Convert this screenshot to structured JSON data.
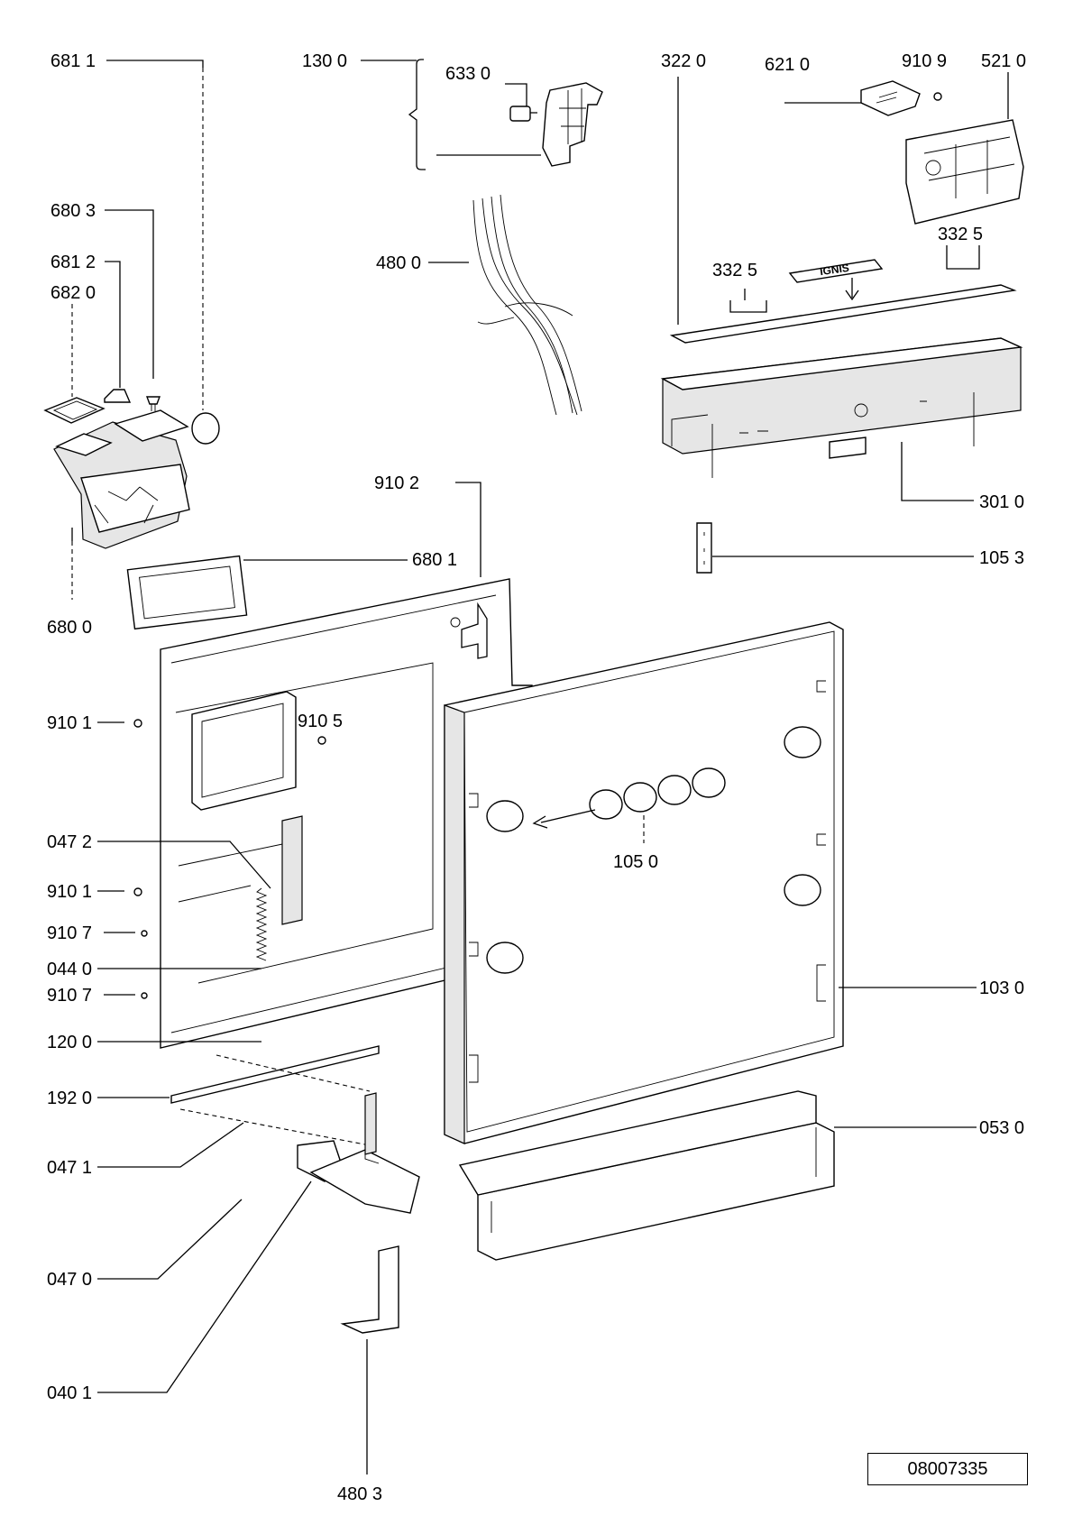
{
  "labels": {
    "p6811": "681 1",
    "p1300": "130 0",
    "p6330": "633 0",
    "p3220": "322  0",
    "p6210": "621 0",
    "p9109": "910 9",
    "p5210": "521 0",
    "p6803": "680 3",
    "p6812": "681 2",
    "p6820": "682 0",
    "p4800": "480 0",
    "p3325a": "332  5",
    "p3325b": "332  5",
    "brand": "IGNIS",
    "p9102": "910 2",
    "p3010": "301 0",
    "p6801": "680 1",
    "p1053": "105 3",
    "p6800": "680 0",
    "p9101a": "910 1",
    "p9105": "910 5",
    "p0472": "047 2",
    "p1050": "105 0",
    "p9101b": "910 1",
    "p9107a": "910 7",
    "p0440": "044 0",
    "p9107b": "910 7",
    "p1030": "103 0",
    "p1200": "120 0",
    "p1920": "192 0",
    "p0471": "047 1",
    "p0530": "053 0",
    "p0470": "047 0",
    "p0401": "040 1",
    "p4803": "480 3"
  },
  "document_number": "08007335"
}
